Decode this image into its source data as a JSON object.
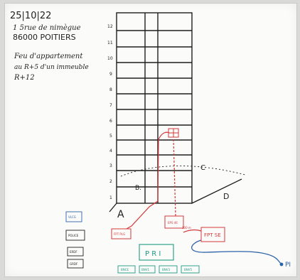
{
  "header": {
    "date": "25|10|22",
    "address_line1": "1 5rue de nimègue",
    "address_line2": "86000 POITIERS",
    "incident_line1": "Feu d'appartement",
    "incident_line2": "au R+5 d'un immeuble",
    "incident_line3": "R+12"
  },
  "building": {
    "floor_labels": [
      "1",
      "2",
      "3",
      "4",
      "5",
      "6",
      "7",
      "8",
      "9",
      "10",
      "11",
      "12"
    ],
    "side_labels": {
      "A": "A",
      "B": "B.",
      "C": "C",
      "D": "D"
    }
  },
  "units": {
    "fpt_red": "FPT PLG",
    "eps": "EPS 46",
    "fpt_se": "FPT SE",
    "pri": "P R I",
    "pri_sub": [
      "BNCE",
      "BNV1",
      "BNV3",
      "BNV5"
    ],
    "left_stack": [
      "VLCG",
      "POLICE",
      "ERDF",
      "GRDF"
    ],
    "line_annot": "100 m",
    "pi": "PI"
  },
  "colors": {
    "ink": "#1e1e1e",
    "red": "#d1393a",
    "green": "#1e9a84",
    "blue": "#2c63a8",
    "board": "#fbfbf9"
  }
}
